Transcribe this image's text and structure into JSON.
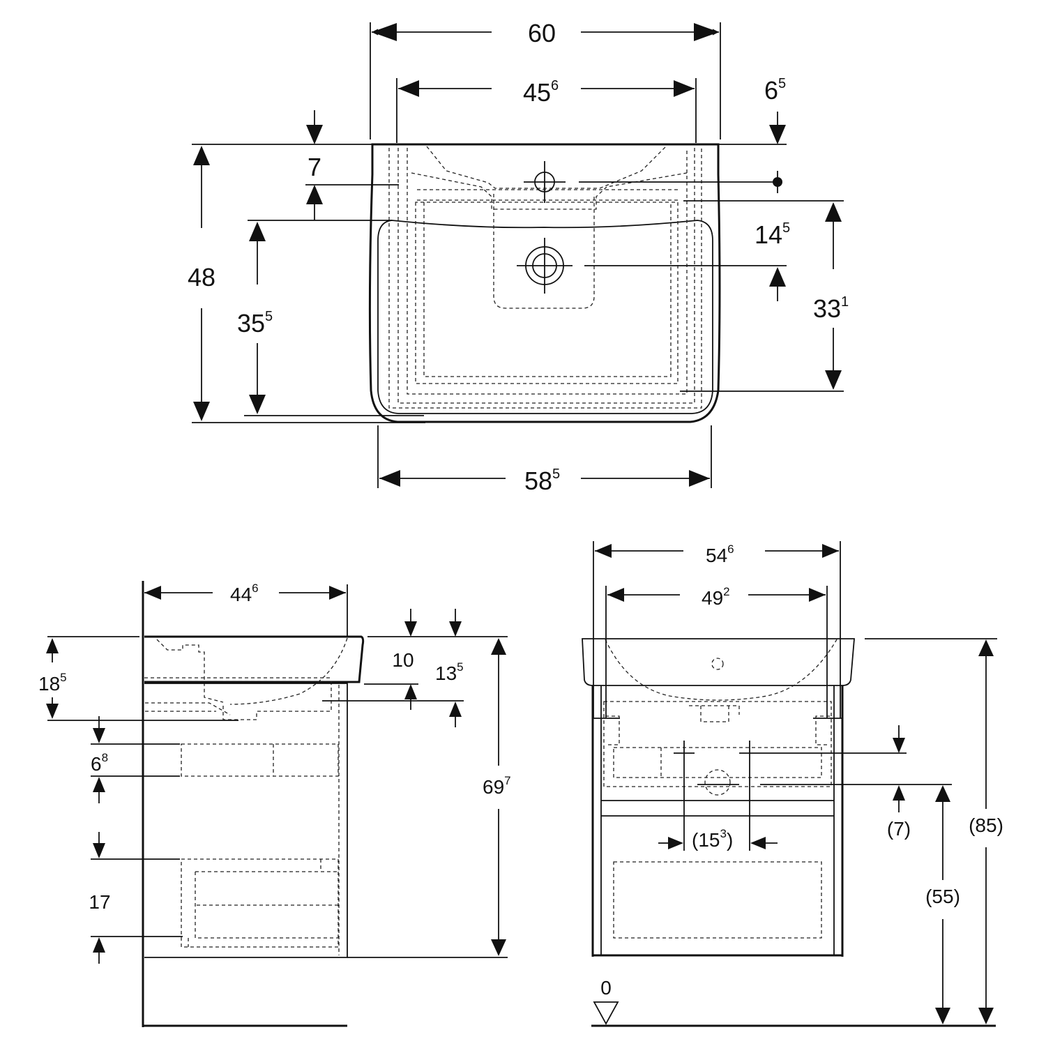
{
  "top_view": {
    "width_overall": "60",
    "width_inner_main": "45",
    "width_inner_sup": "6",
    "offset_right_main": "6",
    "offset_right_sup": "5",
    "top_offset": "7",
    "depth_overall": "48",
    "depth_inner_main": "35",
    "depth_inner_sup": "5",
    "tap_to_drain_main": "14",
    "tap_to_drain_sup": "5",
    "drain_to_front_main": "33",
    "drain_to_front_sup": "1",
    "width_bottom_main": "58",
    "width_bottom_sup": "5"
  },
  "side_view": {
    "depth_main": "44",
    "depth_sup": "6",
    "basin_height_main": "18",
    "basin_height_sup": "5",
    "rim_thickness": "10",
    "rim_to_drain_main": "13",
    "rim_to_drain_sup": "5",
    "drawer1_height_main": "6",
    "drawer1_height_sup": "8",
    "total_height_main": "69",
    "total_height_sup": "7",
    "drawer2_height": "17"
  },
  "front_view": {
    "width_overall_main": "54",
    "width_overall_sup": "6",
    "width_inner_main": "49",
    "width_inner_sup": "2",
    "siphon_offset": "(7)",
    "siphon_spacing_open": "(15",
    "siphon_spacing_sup": "3",
    "siphon_spacing_close": ")",
    "height_to_siphon": "(55)",
    "height_total": "(85)",
    "floor_level": "0"
  }
}
